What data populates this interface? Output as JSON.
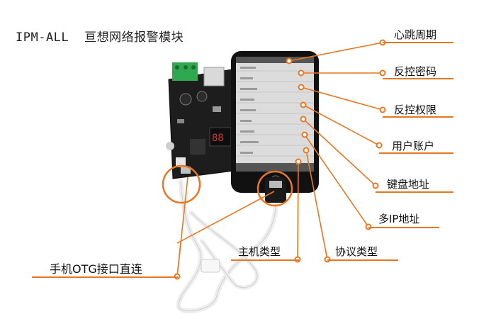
{
  "title": {
    "model": "IPM-ALL",
    "name": "亘想网络报警模块"
  },
  "callouts": {
    "heartbeat": "心跳周期",
    "reverse_password": "反控密码",
    "reverse_permission": "反控权限",
    "user_account": "用户账户",
    "keyboard_address": "键盘地址",
    "multi_ip": "多IP地址",
    "host_type": "主机类型",
    "protocol_type": "协议类型",
    "otg": "手机OTG接口直连"
  },
  "colors": {
    "accent": "#e87722",
    "board": "#1d1d1d",
    "phone_body": "#111111",
    "terminal_block": "#2fa94e",
    "cable": "#f2f2f2"
  }
}
